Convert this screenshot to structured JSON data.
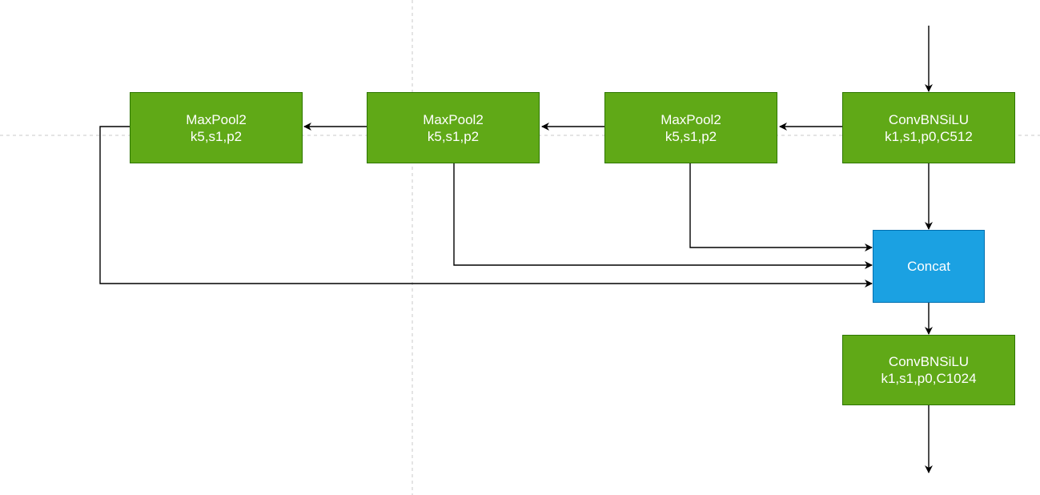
{
  "colors": {
    "process_fill": "#60a917",
    "process_stroke": "#2d7600",
    "concat_fill": "#1ba1e2",
    "concat_stroke": "#006eaf",
    "edge": "#000000",
    "guide": "#c8c8c8"
  },
  "nodes": {
    "conv_in": {
      "title": "ConvBNSiLU",
      "params": "k1,s1,p0,C512"
    },
    "maxpool_a": {
      "title": "MaxPool2",
      "params": "k5,s1,p2"
    },
    "maxpool_b": {
      "title": "MaxPool2",
      "params": "k5,s1,p2"
    },
    "maxpool_c": {
      "title": "MaxPool2",
      "params": "k5,s1,p2"
    },
    "concat": {
      "title": "Concat"
    },
    "conv_out": {
      "title": "ConvBNSiLU",
      "params": "k1,s1,p0,C1024"
    }
  }
}
